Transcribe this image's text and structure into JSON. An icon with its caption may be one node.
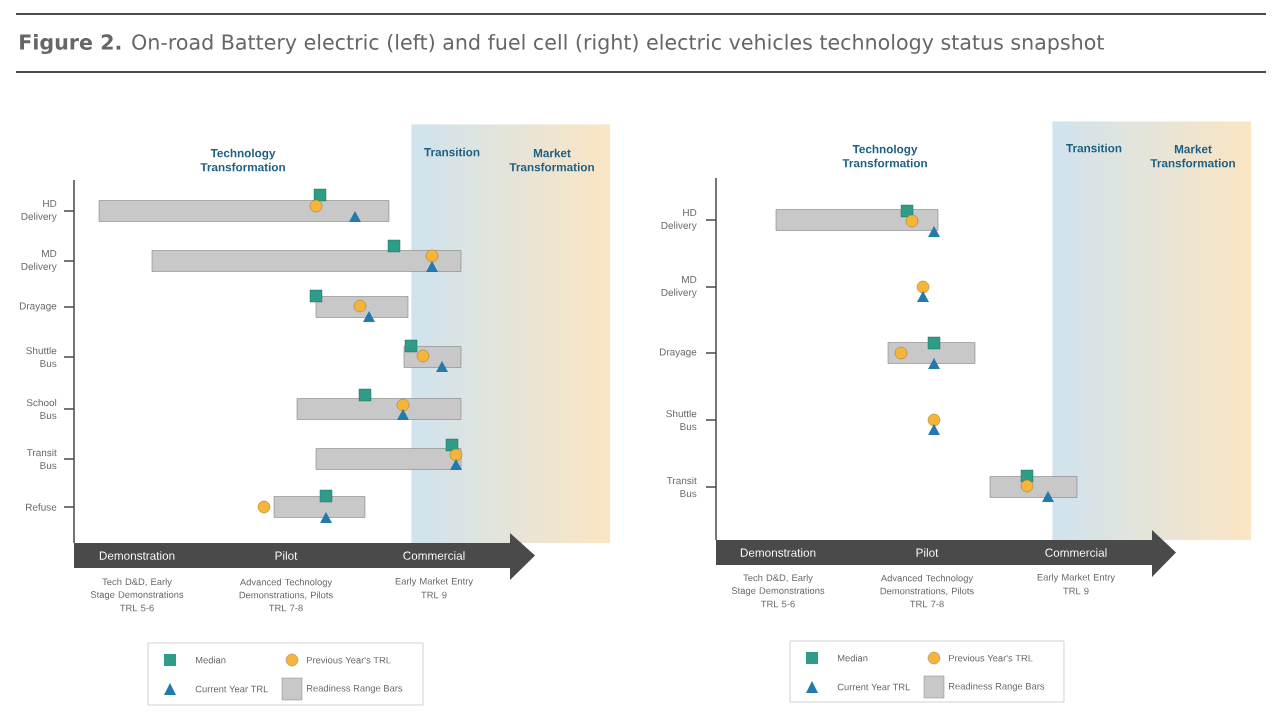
{
  "diagram": {
    "title": "**Figure 2.** On-road Battery electric (left) and fuel cell (right) electric vehicles technology status snapshot",
    "nodes": [
      {
        "text": [
          "Transition",
          "Market Transformation"
        ]
      },
      {
        "text": [
          "Demonstration",
          "Pilot",
          "Commercial"
        ]
      },
      {
        "text": [
          "Transition",
          "Market Transformation"
        ]
      },
      {
        "text": [
          "Demonstration",
          "Pilot",
          "Commercial"
        ]
      }
    ],
    "labels": [
      "Technology Transformation",
      "HD Delivery",
      "MD Delivery",
      "Drayage",
      "Shuttle Bus",
      "School Bus",
      "Transit Bus",
      "Refuse",
      "Tech D&D, Early Stage Demonstrations",
      "TRL 5-6",
      "Advanced Technology Demonstrations, Pilots",
      "TRL 7-8",
      "Early Market Entry",
      "TRL 9",
      "Technology Transformation",
      "HD Delivery",
      "MD Delivery",
      "Drayage",
      "Shuttle Bus",
      "Transit Bus",
      "Tech D&D, Early Stage Demonstrations",
      "TRL 5-6",
      "Advanced Technology Demonstrations, Pilots",
      "TRL 7-8",
      "Early Market Entry",
      "TRL 9"
    ],
    "legend": [
      {
        "text": "Median",
        "color": "#2e9c87"
      },
      {
        "text": "Previous Year's TRL",
        "color": "#f6b53a"
      },
      {
        "text": "Current Year TRL",
        "color": "#2479ad"
      },
      {
        "text": "Readiness Range Bars",
        "color": "#c8c8c8"
      },
      {
        "text": "Median",
        "color": "#2e9c87"
      },
      {
        "text": "Previous Year's TRL",
        "color": "#f6b53a"
      },
      {
        "text": "Current Year TRL",
        "color": "#2479ad"
      },
      {
        "text": "Readiness Range Bars",
        "color": "#c8c8c8"
      }
    ]
  }
}
